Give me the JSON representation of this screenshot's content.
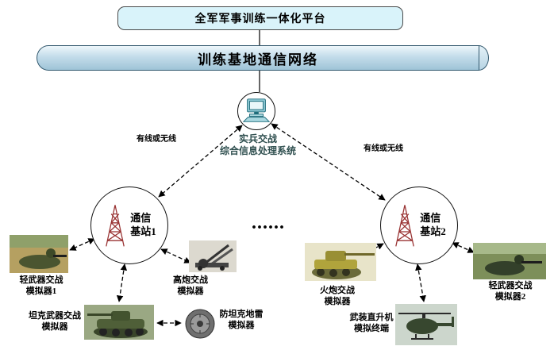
{
  "title_platform": "全军军事训练一体化平台",
  "network_bus": "训练基地通信网络",
  "processor_label": "实兵交战\n综合信息处理系统",
  "links": {
    "left": "有线或无线",
    "right": "有线或无线"
  },
  "stations": {
    "s1": "通信\n基站1",
    "s2": "通信\n基站2"
  },
  "ellipsis": "......",
  "simulators": {
    "soldier1": "轻武器交战\n模拟器1",
    "tank": "坦克武器交战\n模拟器",
    "aagun": "高炮交战\n模拟器",
    "mine": "防坦克地雷\n模拟器",
    "artillery": "火炮交战\n模拟器",
    "helicopter": "武装直升机\n模拟终端",
    "soldier2": "轻武器交战\n模拟器2"
  },
  "colors": {
    "platform_fill": "#d9f3fa",
    "bus_fill": "#c3dcea",
    "tower": "#993333",
    "computer": "#1d6b7a",
    "line": "#000000"
  }
}
